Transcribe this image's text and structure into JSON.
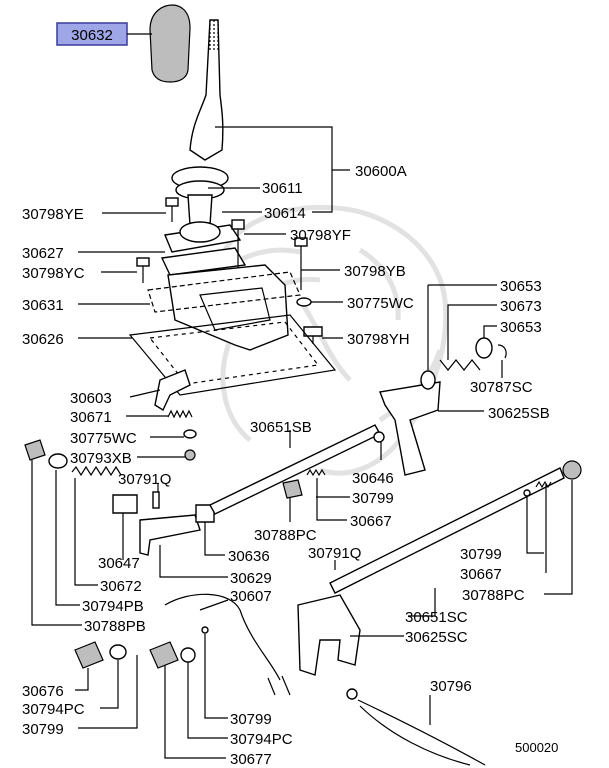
{
  "labels": {
    "p30632": "30632",
    "p30600A": "30600A",
    "p30611": "30611",
    "p30614": "30614",
    "p30798YE": "30798YE",
    "p30798YF": "30798YF",
    "p30627": "30627",
    "p30798YC": "30798YC",
    "p30798YB": "30798YB",
    "p30631": "30631",
    "p30775WC_a": "30775WC",
    "p30626": "30626",
    "p30798YH": "30798YH",
    "p30653_a": "30653",
    "p30673": "30673",
    "p30653_b": "30653",
    "p30787SC": "30787SC",
    "p30625SB": "30625SB",
    "p30603": "30603",
    "p30671": "30671",
    "p30775WC_b": "30775WC",
    "p30793XB": "30793XB",
    "p30651SB": "30651SB",
    "p30646": "30646",
    "p30791Q_a": "30791Q",
    "p30799_a": "30799",
    "p30667_a": "30667",
    "p30788PC_a": "30788PC",
    "p30647": "30647",
    "p30636": "30636",
    "p30629": "30629",
    "p30672": "30672",
    "p30791Q_b": "30791Q",
    "p30799_b": "30799",
    "p30667_b": "30667",
    "p30788PC_b": "30788PC",
    "p30794PB": "30794PB",
    "p30607": "30607",
    "p30788PB": "30788PB",
    "p30651SC": "30651SC",
    "p30625SC": "30625SC",
    "p30676": "30676",
    "p30796": "30796",
    "p30794PC_a": "30794PC",
    "p30799_c": "30799",
    "p30799_d": "30799",
    "p30794PC_b": "30794PC",
    "p30677": "30677"
  },
  "diagram_code": "500020",
  "colors": {
    "highlight_fill": "#9ea6e8",
    "highlight_stroke": "#3a3a9a",
    "line": "#000000",
    "watermark": "#e2e2e2"
  }
}
